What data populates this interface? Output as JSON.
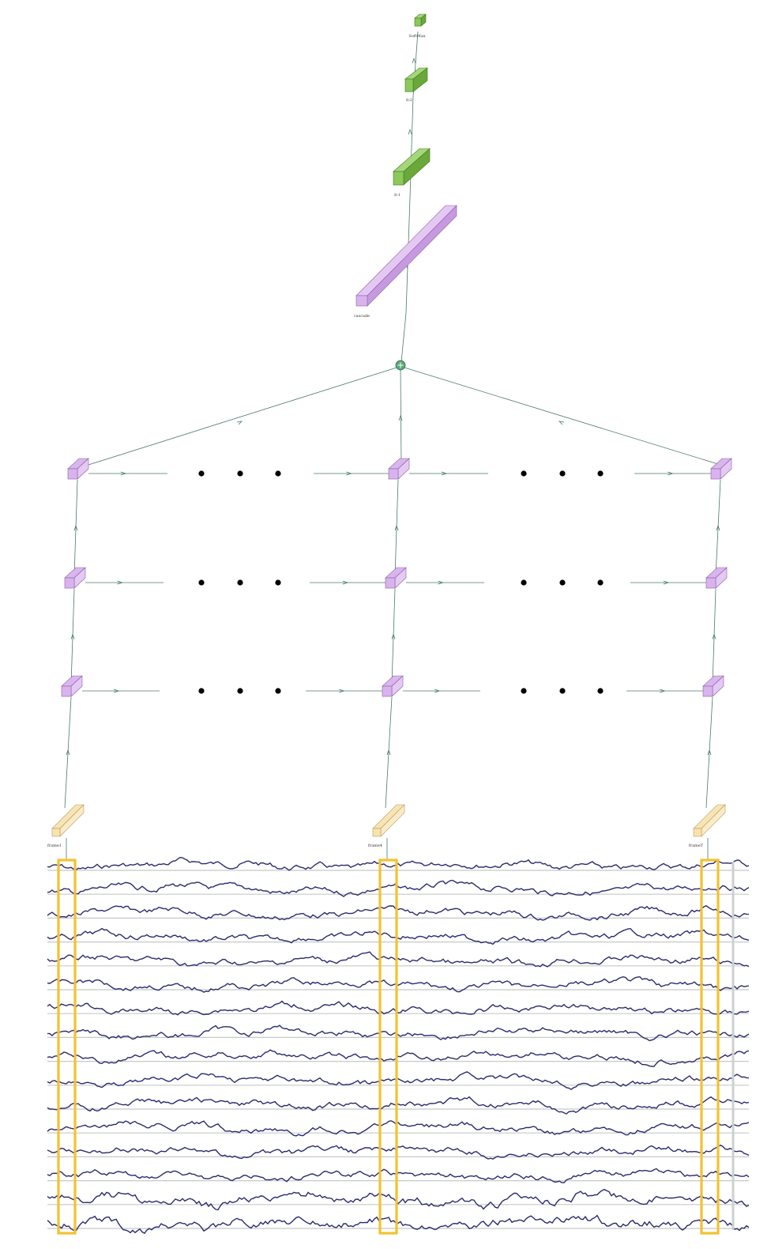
{
  "labels": {
    "softmax": "SoftMax",
    "fc2": "fc2",
    "fc1": "fc1",
    "cascade": "cascade",
    "frame_first": "frame1",
    "frame_mid": "frame4",
    "frame_last": "frameT"
  },
  "colors": {
    "cnn_block": "#d9b3ee",
    "cnn_edge": "#8a5fa6",
    "fc_block": "#8cc85a",
    "fc_edge": "#3f7a22",
    "frame_block": "#f7e3b0",
    "frame_edge": "#b89a5a",
    "connector": "#4a7a6a",
    "sum_node": "#5aaa7a",
    "eeg_trace": "#2a2a70",
    "eeg_baseline": "#c8c8c8",
    "frame_window": "#f2c230"
  },
  "icons": {
    "sum_node": "plus-circle-icon",
    "ellipsis": "ellipsis-dots-icon"
  },
  "eeg": {
    "channel_count": 16,
    "highlighted_windows": 3
  }
}
